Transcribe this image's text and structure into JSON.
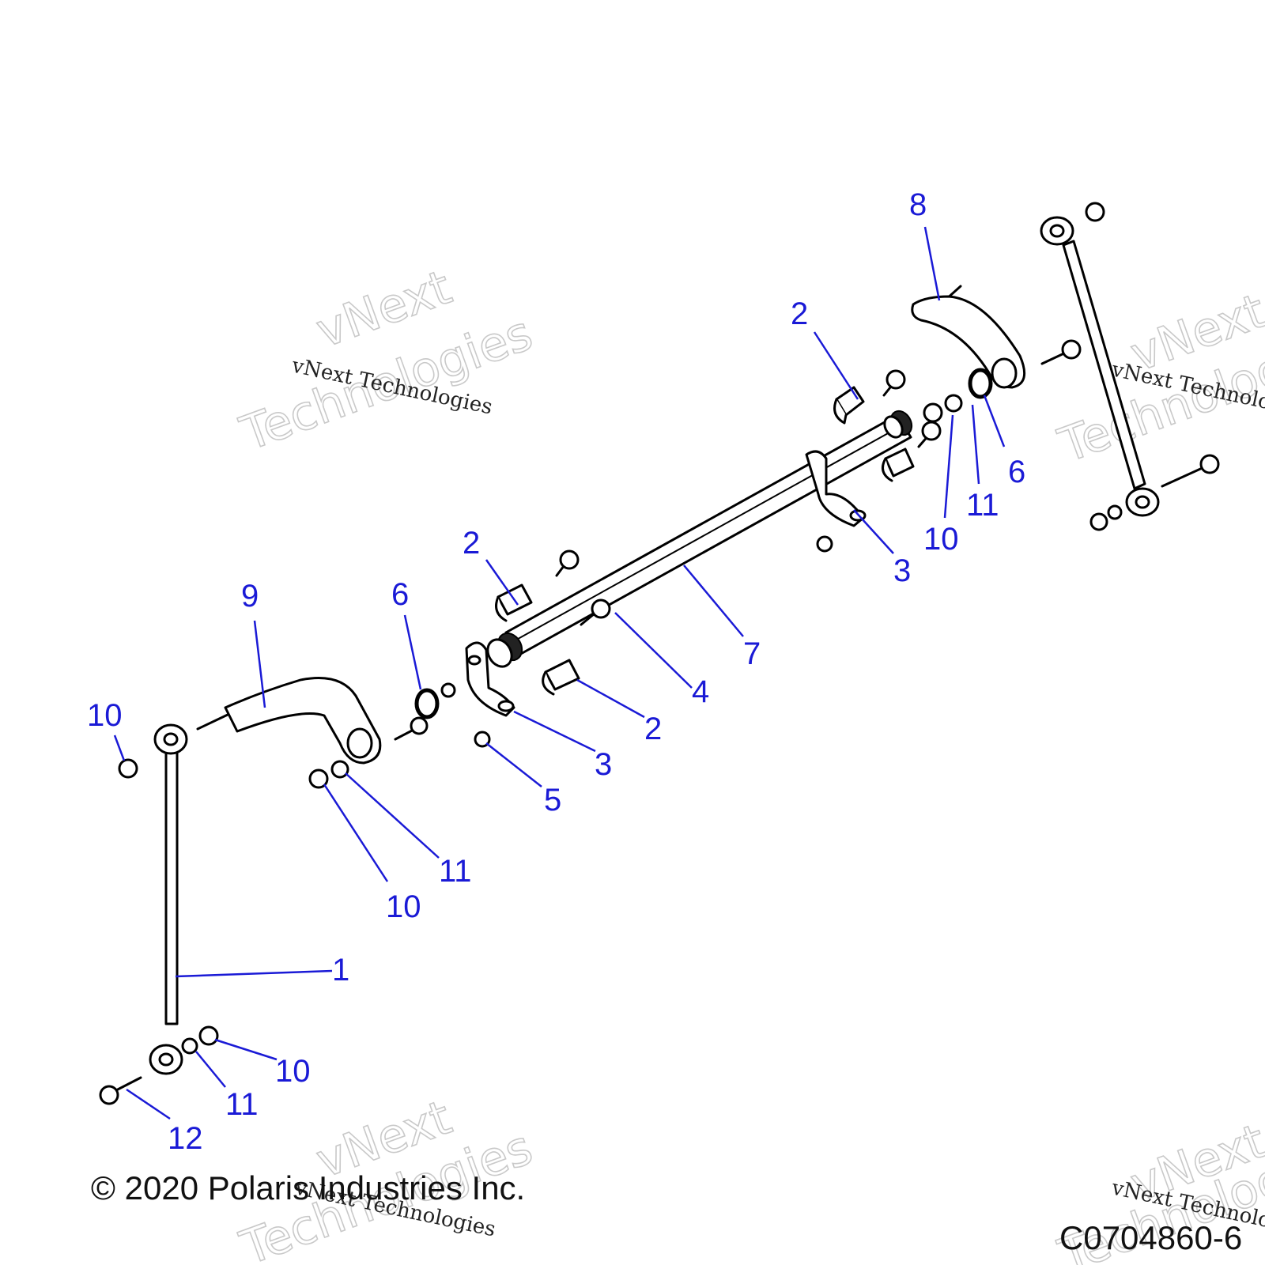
{
  "callouts": {
    "c8": "8",
    "c2_top": "2",
    "c6_right": "6",
    "c11_right": "11",
    "c10_right": "10",
    "c3_right": "3",
    "c2_mid": "2",
    "c9": "9",
    "c6_left": "6",
    "c7": "7",
    "c4": "4",
    "c2_low": "2",
    "c3_left": "3",
    "c5": "5",
    "c10_left_top": "10",
    "c11_left": "11",
    "c10_left": "10",
    "c1": "1",
    "c10_bottom": "10",
    "c11_bottom": "11",
    "c12": "12"
  },
  "watermark": {
    "line_small": "vNext Technologies",
    "word1": "vNext",
    "word2": "Technologies"
  },
  "footer": {
    "copyright": "© 2020 Polaris Industries Inc.",
    "drawing_number": "C0704860-6"
  }
}
